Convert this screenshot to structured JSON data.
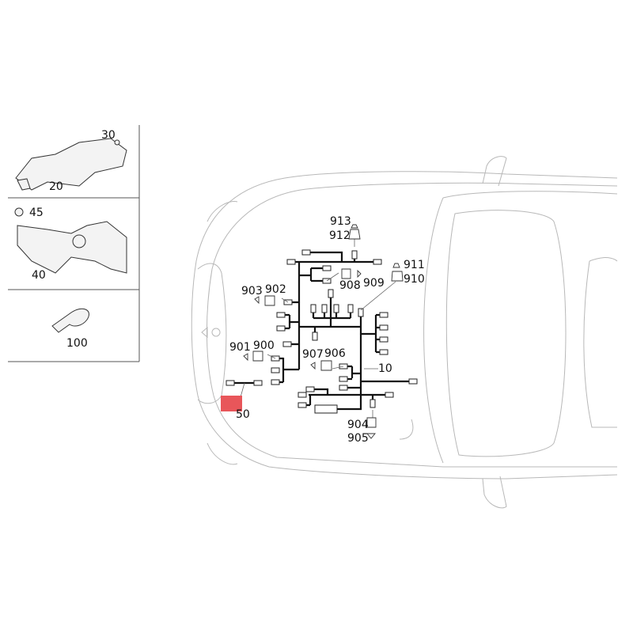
{
  "inset_parts": [
    {
      "id": "30",
      "label": "30"
    },
    {
      "id": "20",
      "label": "20"
    },
    {
      "id": "45",
      "label": "45"
    },
    {
      "id": "40",
      "label": "40"
    },
    {
      "id": "100",
      "label": "100"
    }
  ],
  "harness": {
    "main_label": "10",
    "callouts": [
      "913",
      "912",
      "911",
      "910",
      "908",
      "909",
      "903",
      "902",
      "901",
      "900",
      "907",
      "906",
      "904",
      "905",
      "50"
    ]
  },
  "highlight": {
    "item": "50",
    "color": "#e8565a"
  }
}
